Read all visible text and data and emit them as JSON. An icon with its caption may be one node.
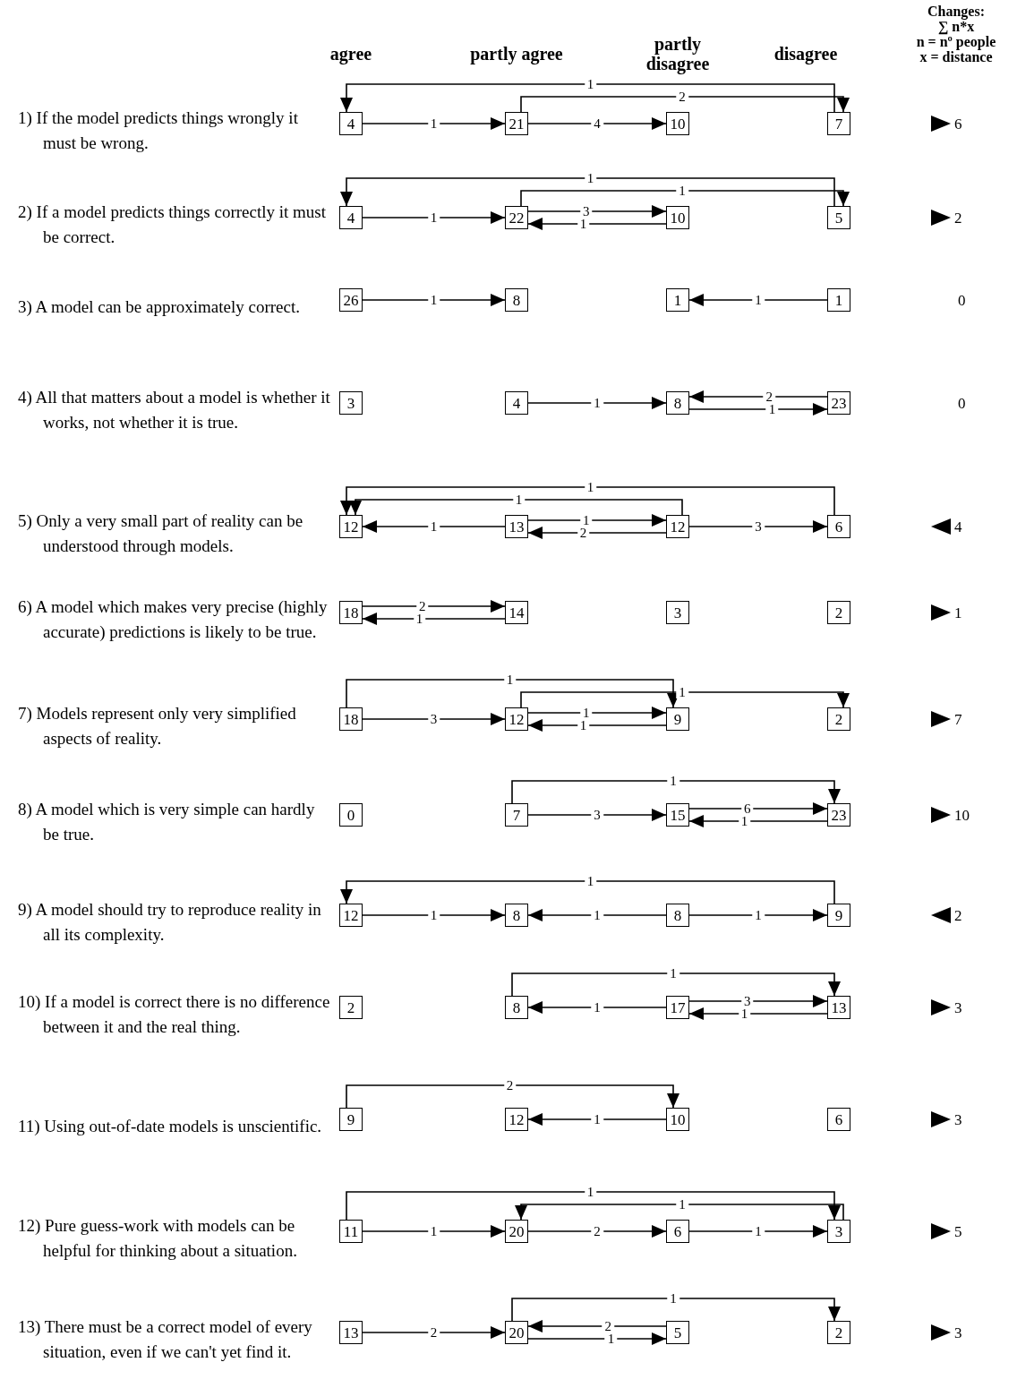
{
  "diagram": {
    "nodes": [
      {
        "text": [
          "4"
        ]
      },
      {
        "text": [
          "21"
        ]
      },
      {
        "text": [
          "10"
        ]
      },
      {
        "text": [
          "7"
        ]
      },
      {
        "text": [
          "4"
        ]
      },
      {
        "text": [
          "22"
        ]
      },
      {
        "text": [
          "10"
        ]
      },
      {
        "text": [
          "5"
        ]
      },
      {
        "text": [
          "26"
        ]
      },
      {
        "text": [
          "8"
        ]
      },
      {
        "text": [
          "1"
        ]
      },
      {
        "text": [
          "1"
        ]
      },
      {
        "text": [
          "3"
        ]
      },
      {
        "text": [
          "4"
        ]
      },
      {
        "text": [
          "8"
        ]
      },
      {
        "text": [
          "23"
        ]
      },
      {
        "text": [
          "12"
        ]
      },
      {
        "text": [
          "13"
        ]
      },
      {
        "text": [
          "12"
        ]
      },
      {
        "text": [
          "6"
        ]
      },
      {
        "text": [
          "18"
        ]
      },
      {
        "text": [
          "14"
        ]
      },
      {
        "text": [
          "3"
        ]
      },
      {
        "text": [
          "2"
        ]
      },
      {
        "text": [
          "18"
        ]
      },
      {
        "text": [
          "12"
        ]
      },
      {
        "text": [
          "9"
        ]
      },
      {
        "text": [
          "2"
        ]
      },
      {
        "text": [
          "0"
        ]
      },
      {
        "text": [
          "7"
        ]
      },
      {
        "text": [
          "15"
        ]
      },
      {
        "text": [
          "23"
        ]
      },
      {
        "text": [
          "12"
        ]
      },
      {
        "text": [
          "8"
        ]
      },
      {
        "text": [
          "8"
        ]
      },
      {
        "text": [
          "9"
        ]
      },
      {
        "text": [
          "2"
        ]
      },
      {
        "text": [
          "8"
        ]
      },
      {
        "text": [
          "17"
        ]
      },
      {
        "text": [
          "13"
        ]
      },
      {
        "text": [
          "9"
        ]
      },
      {
        "text": [
          "12"
        ]
      },
      {
        "text": [
          "10"
        ]
      },
      {
        "text": [
          "6"
        ]
      },
      {
        "text": [
          "11"
        ]
      },
      {
        "text": [
          "20"
        ]
      },
      {
        "text": [
          "6"
        ]
      },
      {
        "text": [
          "3"
        ]
      },
      {
        "text": [
          "13"
        ]
      },
      {
        "text": [
          "20"
        ]
      },
      {
        "text": [
          "5"
        ]
      },
      {
        "text": [
          "2"
        ]
      }
    ],
    "edges": [
      {
        "from": 3,
        "to": 0,
        "arrow": "to",
        "label": "1"
      },
      {
        "from": 1,
        "to": 3,
        "arrow": "to",
        "label": "2"
      },
      {
        "from": 0,
        "to": 1,
        "arrow": "to",
        "label": "1"
      },
      {
        "from": 1,
        "to": 2,
        "arrow": "to",
        "label": "4"
      },
      {
        "from": 7,
        "to": 4,
        "arrow": "to",
        "label": "1"
      },
      {
        "from": 5,
        "to": 7,
        "arrow": "to",
        "label": "1"
      },
      {
        "from": 4,
        "to": 5,
        "arrow": "to",
        "label": "1"
      },
      {
        "from": 5,
        "to": 6,
        "arrow": "to",
        "label": "3"
      },
      {
        "from": 6,
        "to": 5,
        "arrow": "to",
        "label": "1"
      },
      {
        "from": 8,
        "to": 9,
        "arrow": "to",
        "label": "1"
      },
      {
        "from": 11,
        "to": 10,
        "arrow": "to",
        "label": "1"
      },
      {
        "from": 15,
        "to": 14,
        "arrow": "to",
        "label": "2"
      },
      {
        "from": 14,
        "to": 15,
        "arrow": "to",
        "label": "1"
      },
      {
        "from": 13,
        "to": 14,
        "arrow": "to",
        "label": "1"
      },
      {
        "from": 19,
        "to": 16,
        "arrow": "to",
        "label": "1"
      },
      {
        "from": 18,
        "to": 16,
        "arrow": "to",
        "label": "1"
      },
      {
        "from": 17,
        "to": 16,
        "arrow": "to",
        "label": "1"
      },
      {
        "from": 17,
        "to": 18,
        "arrow": "to",
        "label": "1"
      },
      {
        "from": 18,
        "to": 17,
        "arrow": "to",
        "label": "2"
      },
      {
        "from": 18,
        "to": 19,
        "arrow": "to",
        "label": "3"
      },
      {
        "from": 20,
        "to": 21,
        "arrow": "to",
        "label": "2"
      },
      {
        "from": 21,
        "to": 20,
        "arrow": "to",
        "label": "1"
      },
      {
        "from": 24,
        "to": 26,
        "arrow": "to",
        "label": "1"
      },
      {
        "from": 25,
        "to": 27,
        "arrow": "to",
        "label": "1"
      },
      {
        "from": 24,
        "to": 25,
        "arrow": "to",
        "label": "3"
      },
      {
        "from": 25,
        "to": 26,
        "arrow": "to",
        "label": "1"
      },
      {
        "from": 26,
        "to": 25,
        "arrow": "to",
        "label": "1"
      },
      {
        "from": 29,
        "to": 31,
        "arrow": "to",
        "label": "1"
      },
      {
        "from": 29,
        "to": 30,
        "arrow": "to",
        "label": "3"
      },
      {
        "from": 30,
        "to": 31,
        "arrow": "to",
        "label": "6"
      },
      {
        "from": 31,
        "to": 30,
        "arrow": "to",
        "label": "1"
      },
      {
        "from": 35,
        "to": 32,
        "arrow": "to",
        "label": "1"
      },
      {
        "from": 32,
        "to": 33,
        "arrow": "to",
        "label": "1"
      },
      {
        "from": 34,
        "to": 33,
        "arrow": "to",
        "label": "1"
      },
      {
        "from": 34,
        "to": 35,
        "arrow": "to",
        "label": "1"
      },
      {
        "from": 37,
        "to": 39,
        "arrow": "to",
        "label": "1"
      },
      {
        "from": 38,
        "to": 37,
        "arrow": "to",
        "label": "1"
      },
      {
        "from": 38,
        "to": 39,
        "arrow": "to",
        "label": "3"
      },
      {
        "from": 39,
        "to": 38,
        "arrow": "to",
        "label": "1"
      },
      {
        "from": 40,
        "to": 42,
        "arrow": "to",
        "label": "2"
      },
      {
        "from": 42,
        "to": 41,
        "arrow": "to",
        "label": "1"
      },
      {
        "from": 44,
        "to": 47,
        "arrow": "to",
        "label": "1"
      },
      {
        "from": 47,
        "to": 45,
        "arrow": "to",
        "label": "1"
      },
      {
        "from": 44,
        "to": 45,
        "arrow": "to",
        "label": "1"
      },
      {
        "from": 45,
        "to": 46,
        "arrow": "to",
        "label": "2"
      },
      {
        "from": 46,
        "to": 47,
        "arrow": "to",
        "label": "1"
      },
      {
        "from": 49,
        "to": 51,
        "arrow": "to",
        "label": "1"
      },
      {
        "from": 50,
        "to": 49,
        "arrow": "to",
        "label": "2"
      },
      {
        "from": 49,
        "to": 50,
        "arrow": "to",
        "label": "1"
      },
      {
        "from": 48,
        "to": 49,
        "arrow": "to",
        "label": "2"
      }
    ],
    "labels": [
      "Changes:",
      "∑ n*x",
      "n = nº people",
      "x = distance",
      "agree",
      "partly agree",
      "partly disagree",
      "disagree",
      "1) If the model predicts things wrongly it must be wrong.",
      "6",
      "2) If a model predicts things correctly it must be correct.",
      "2",
      "3) A model can be approximately correct.",
      "0",
      "4) All that matters about a model is whether it works, not whether it is true.",
      "0",
      "5) Only a very small part of reality can be understood through models.",
      "4",
      "6) A model which makes very precise (highly accurate) predictions is likely to be true.",
      "1",
      "7) Models represent only very simplified aspects of reality.",
      "7",
      "8) A model which is very simple can hardly be true.",
      "10",
      "9) A model should try to reproduce reality in all its complexity.",
      "2",
      "10) If a model is correct there is no difference between it and the real thing.",
      "3",
      "11) Using out-of-date models is unscientific.",
      "3",
      "12) Pure guess-work with models can be helpful for thinking about a situation.",
      "5",
      "13) There must be a correct model of every situation, even if we can't yet find it.",
      "3"
    ]
  }
}
